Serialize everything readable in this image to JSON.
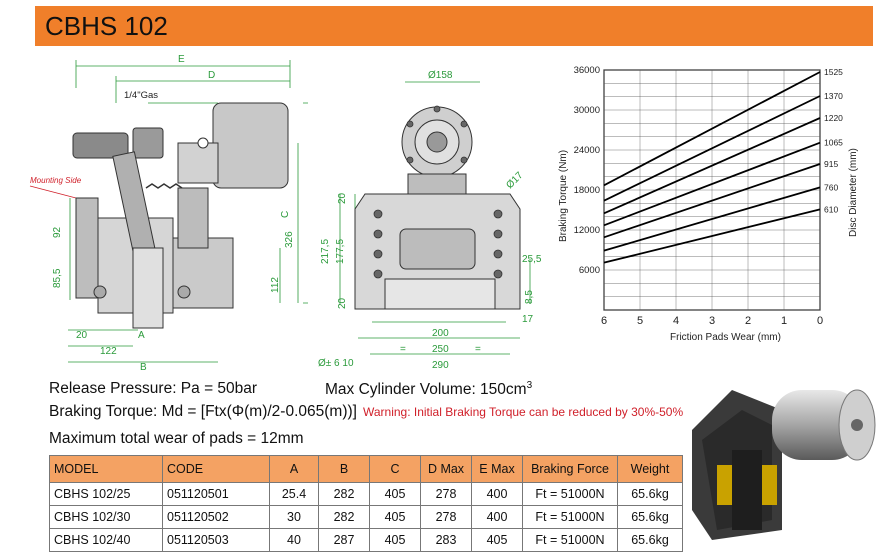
{
  "header": {
    "title": "CBHS 102"
  },
  "drawing_side": {
    "dims": {
      "E": "E",
      "D": "D",
      "gas": "1/4\"Gas",
      "mounting": "Mounting Side",
      "d92": "92",
      "d855": "85,5",
      "C": "C",
      "d326": "326",
      "d112": "112",
      "d20": "20",
      "A": "A",
      "d122": "122",
      "B": "B"
    }
  },
  "drawing_front": {
    "dims": {
      "d158": "Ø158",
      "d17": "Ø17",
      "d20a": "20",
      "d2175": "217,5",
      "d1775": "177,5",
      "d20b": "20",
      "d255": "25,5",
      "d85": "8,5",
      "d17b": "17",
      "d200": "200",
      "eq1": "=",
      "d250": "250",
      "eq2": "=",
      "d290": "290",
      "phi": "Ø± 6 10"
    }
  },
  "chart_data": {
    "type": "line",
    "xlabel": "Friction Pads Wear (mm)",
    "ylabel": "Braking Torque (Nm)",
    "right_label": "Disc Diameter (mm)",
    "x_ticks": [
      "6",
      "5",
      "4",
      "3",
      "2",
      "1",
      "0"
    ],
    "y_ticks": [
      "6000",
      "12000",
      "18000",
      "24000",
      "30000",
      "36000"
    ],
    "xlim": [
      6,
      0
    ],
    "ylim": [
      0,
      36000
    ],
    "grid": true,
    "series": [
      {
        "name": "1525",
        "x": [
          6,
          0
        ],
        "y": [
          18700,
          35700
        ]
      },
      {
        "name": "1370",
        "x": [
          6,
          0
        ],
        "y": [
          16400,
          32100
        ]
      },
      {
        "name": "1220",
        "x": [
          6,
          0
        ],
        "y": [
          14500,
          28800
        ]
      },
      {
        "name": "1065",
        "x": [
          6,
          0
        ],
        "y": [
          12700,
          25100
        ]
      },
      {
        "name": "915",
        "x": [
          6,
          0
        ],
        "y": [
          10900,
          21900
        ]
      },
      {
        "name": "760",
        "x": [
          6,
          0
        ],
        "y": [
          8900,
          18400
        ]
      },
      {
        "name": "610",
        "x": [
          6,
          0
        ],
        "y": [
          7100,
          15100
        ]
      }
    ]
  },
  "specs": {
    "release": "Release Pressure: Pa = 50bar",
    "volume": "Max Cylinder Volume: 150cm",
    "volume_sup": "3",
    "torque": "Braking Torque: Md = [Ftx(Φ(m)/2-0.065(m))]",
    "warning": "Warning: Initial Braking Torque can be reduced by 30%-50%",
    "wear": "Maximum total wear of pads = 12mm"
  },
  "table": {
    "headers": [
      "MODEL",
      "CODE",
      "A",
      "B",
      "C",
      "D Max",
      "E Max",
      "Braking Force",
      "Weight"
    ],
    "rows": [
      [
        "CBHS 102/25",
        "051120501",
        "25.4",
        "282",
        "405",
        "278",
        "400",
        "Ft = 51000N",
        "65.6kg"
      ],
      [
        "CBHS 102/30",
        "051120502",
        "30",
        "282",
        "405",
        "278",
        "400",
        "Ft = 51000N",
        "65.6kg"
      ],
      [
        "CBHS 102/40",
        "051120503",
        "40",
        "287",
        "405",
        "283",
        "405",
        "Ft = 51000N",
        "65.6kg"
      ]
    ]
  },
  "colors": {
    "header": "#f07f2a",
    "table_header": "#f4a263",
    "warning": "#d0202a",
    "dimension": "#2a9a3a",
    "mounting": "#d0202a"
  }
}
